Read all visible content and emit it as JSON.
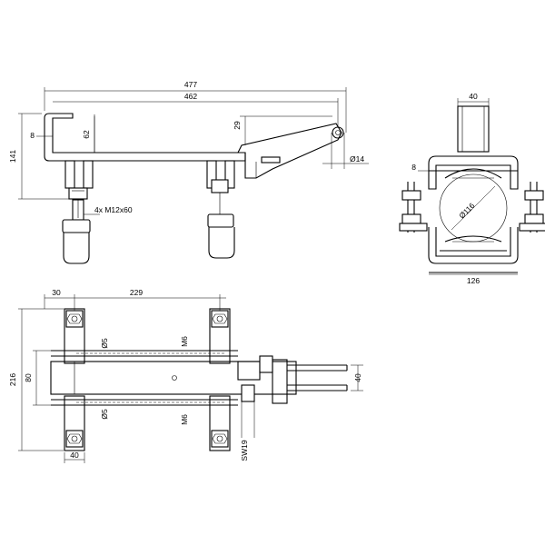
{
  "dimensions": {
    "side_view": {
      "overall_length": "477",
      "arm_length": "462",
      "height": "141",
      "arm_height": "62",
      "arm_thickness": "8",
      "lever_offset": "29",
      "pin_diameter": "Ø14",
      "bolts": "4x M12x60"
    },
    "end_view": {
      "tube_width": "40",
      "wall": "8",
      "pipe_diameter": "Ø116",
      "width": "126"
    },
    "top_view": {
      "edge_offset": "30",
      "bolt_spacing": "229",
      "height": "216",
      "inner_height": "80",
      "foot_width": "40",
      "hole_upper": "Ø5",
      "hole_lower": "Ø5",
      "thread_upper": "M6",
      "thread_lower": "M6",
      "bar_width": "40",
      "wrench": "SW19"
    }
  }
}
